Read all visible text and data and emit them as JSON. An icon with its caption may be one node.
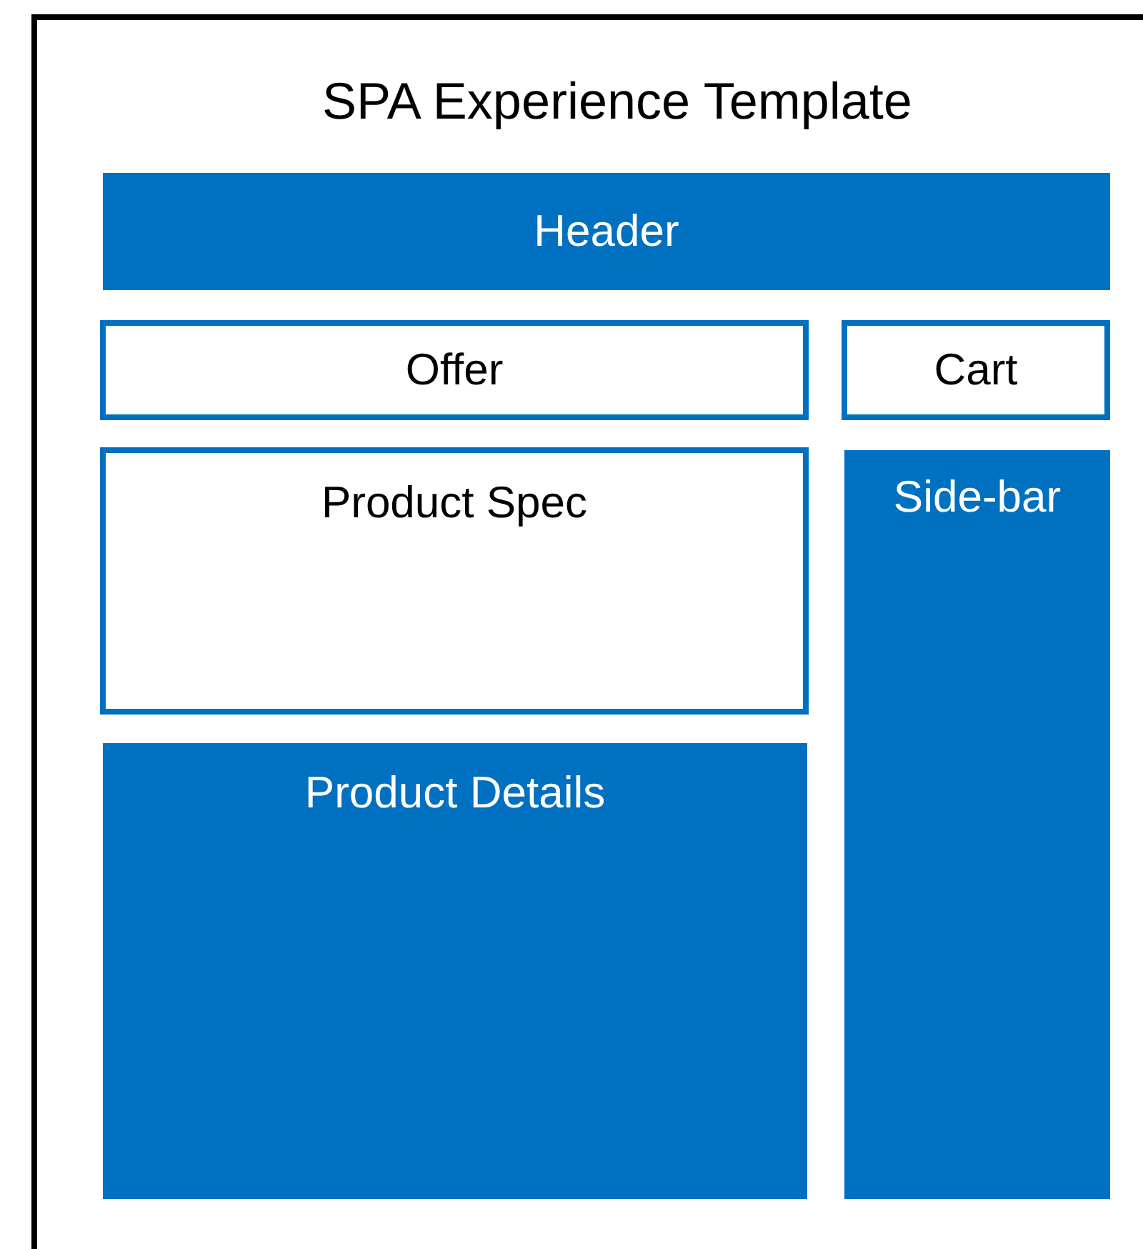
{
  "diagram": {
    "nodes": [
      {
        "text": [
          "SPA Experience Template"
        ]
      },
      {
        "text": [
          "Header"
        ],
        "in": 0
      },
      {
        "text": [
          "Offer"
        ],
        "in": 0
      },
      {
        "text": [
          "Cart"
        ],
        "in": 0
      },
      {
        "text": [
          "Product Spec"
        ],
        "in": 0
      },
      {
        "text": [
          "Side-bar"
        ],
        "in": 0
      },
      {
        "text": [
          "Product Details"
        ],
        "in": 0
      }
    ]
  }
}
